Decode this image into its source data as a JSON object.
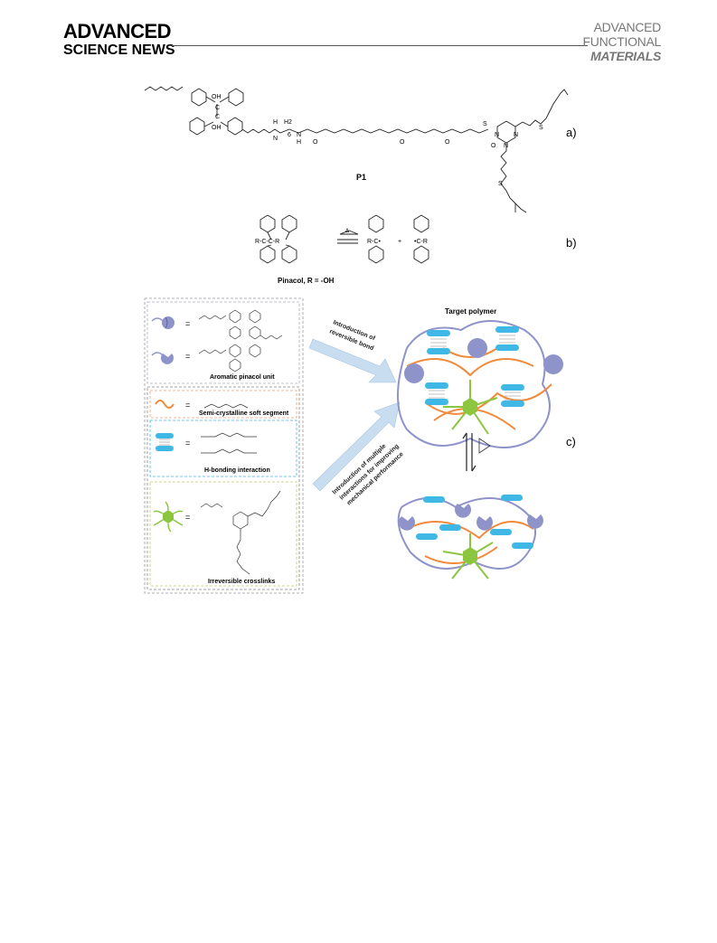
{
  "header": {
    "journal_left_line1": "ADVANCED",
    "journal_left_line2": "SCIENCE NEWS",
    "journal_right_line1": "ADVANCED",
    "journal_right_line2": "FUNCTIONAL",
    "journal_right_line3": "MATERIALS"
  },
  "figure": {
    "panel_a": {
      "label": "a)",
      "compound": "P1",
      "atoms": [
        "OH",
        "OH",
        "C",
        "C",
        "H",
        "N",
        "H",
        "N",
        "O",
        "O",
        "O",
        "O",
        "S",
        "N",
        "N",
        "N",
        "S",
        "S"
      ],
      "subscript_h2": "H2",
      "subscript_6": "6"
    },
    "panel_b": {
      "label": "b)",
      "equation_left": "R-C-C-R",
      "heat": "Δ",
      "equation_mid": "R-C•",
      "plus": "+",
      "equation_right": "•C-R",
      "caption": "Pinacol, R = -OH"
    },
    "panel_c": {
      "label": "c)",
      "legend": {
        "aromatic_caption": "Aromatic pinacol unit",
        "soft_caption": "Semi-crystalline soft segment",
        "hbond_caption": "H-bonding interaction",
        "crosslink_caption": "Irreversible crosslinks",
        "equals": "="
      },
      "arrow_top": "Introduction of reversible bond",
      "arrow_top_l1": "Introduction of",
      "arrow_top_l2": "reversible bond",
      "arrow_bottom_l1": "Introduction of multiple",
      "arrow_bottom_l2": "interactions for improving",
      "arrow_bottom_l3": "mechanical performance",
      "target_title": "Target polymer",
      "heat_symbol": "Δ"
    }
  },
  "colors": {
    "blue_unit": "#8e93c9",
    "hbond": "#3fb8e6",
    "soft_segment": "#f08a3c",
    "crosslink": "#8cc63f",
    "arrow": "#c9ddf0"
  }
}
